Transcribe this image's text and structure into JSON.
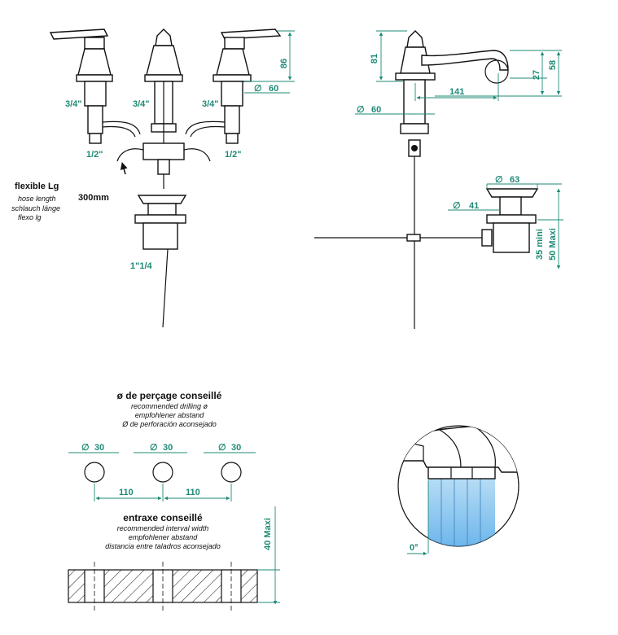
{
  "front_view": {
    "inlet_left": "3/4\"",
    "inlet_center": "3/4\"",
    "inlet_right": "3/4\"",
    "outlet_left": "1/2\"",
    "outlet_right": "1/2\"",
    "height_dim": "86",
    "handle_dia_symbol": "∅",
    "handle_dia": "60",
    "waste_thread": "1\"1/4"
  },
  "flexible": {
    "title": "flexible Lg",
    "lines": [
      "hose length",
      "schlauch länge",
      "flexo lg"
    ],
    "length": "300mm"
  },
  "side_view": {
    "height_81": "81",
    "height_27": "27",
    "height_58": "58",
    "reach_141": "141",
    "base_dia_symbol": "∅",
    "base_dia": "60",
    "pop_top_dia": "63",
    "pop_body_dia": "41",
    "pop_range_1": "35 mini",
    "pop_range_2": "50 Maxi"
  },
  "drilling": {
    "title": "ø de perçage conseillé",
    "lines": [
      "recommended drilling ø",
      "empfohlener abstand",
      "Ø de perforación aconsejado"
    ],
    "hole_dia": "30",
    "spacing_1": "110",
    "spacing_2": "110"
  },
  "interval": {
    "title": "entraxe conseillé",
    "lines": [
      "recommended interval width",
      "empfohlener abstand",
      "distancia entre taladros aconsejado"
    ],
    "max_thickness": "40 Maxi"
  },
  "aerator": {
    "angle": "0°",
    "colors": {
      "water_top": "#a9d6f2",
      "water_bottom": "#4da6e8"
    }
  }
}
